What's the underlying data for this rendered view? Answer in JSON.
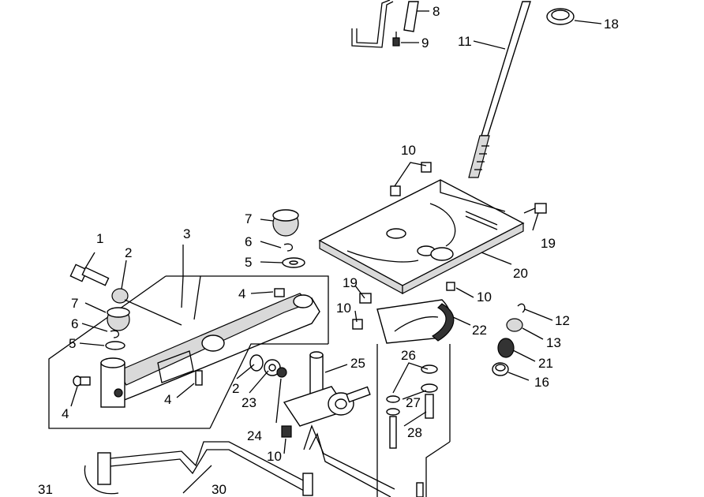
{
  "callouts": {
    "c1": "1",
    "c2a": "2",
    "c2b": "2",
    "c3": "3",
    "c4a": "4",
    "c4b": "4",
    "c4c": "4",
    "c5a": "5",
    "c5b": "5",
    "c6a": "6",
    "c6b": "6",
    "c7a": "7",
    "c7b": "7",
    "c8": "8",
    "c9": "9",
    "c10a": "10",
    "c10b": "10",
    "c10c": "10",
    "c10d": "10",
    "c11": "11",
    "c12": "12",
    "c13": "13",
    "c16": "16",
    "c18": "18",
    "c19a": "19",
    "c19b": "19",
    "c20": "20",
    "c21": "21",
    "c22": "22",
    "c23": "23",
    "c24": "24",
    "c25": "25",
    "c26": "26",
    "c27": "27",
    "c28": "28",
    "c30": "30",
    "c31": "31"
  }
}
